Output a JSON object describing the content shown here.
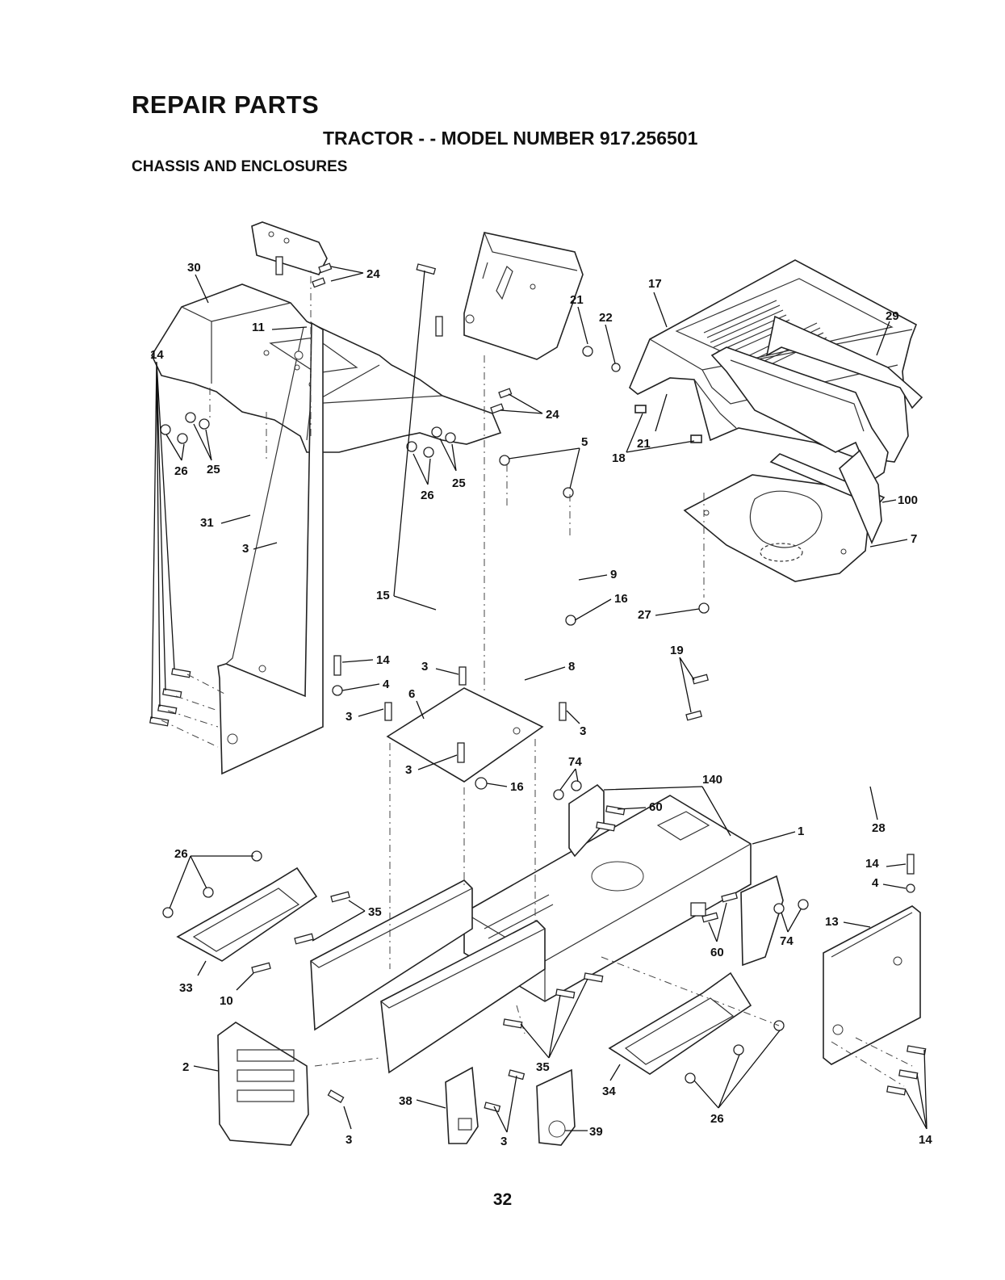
{
  "header": {
    "title": "REPAIR PARTS",
    "subtitle": "TRACTOR - - MODEL NUMBER 917.256501",
    "section": "CHASSIS AND ENCLOSURES"
  },
  "page_number": "32",
  "callouts": [
    {
      "id": "c1",
      "text": "30"
    },
    {
      "id": "c2",
      "text": "24"
    },
    {
      "id": "c3",
      "text": "24"
    },
    {
      "id": "c4",
      "text": "17"
    },
    {
      "id": "c5",
      "text": "21"
    },
    {
      "id": "c6",
      "text": "22"
    },
    {
      "id": "c7",
      "text": "21"
    },
    {
      "id": "c8",
      "text": "18"
    },
    {
      "id": "c9",
      "text": "26"
    },
    {
      "id": "c10",
      "text": "25"
    },
    {
      "id": "c11",
      "text": "26"
    },
    {
      "id": "c12",
      "text": "25"
    },
    {
      "id": "c13",
      "text": "5"
    },
    {
      "id": "c14",
      "text": "100"
    },
    {
      "id": "c15",
      "text": "7"
    },
    {
      "id": "c16",
      "text": "31"
    },
    {
      "id": "c17",
      "text": "3"
    },
    {
      "id": "c18",
      "text": "15"
    },
    {
      "id": "c19",
      "text": "9"
    },
    {
      "id": "c20",
      "text": "27"
    },
    {
      "id": "c21",
      "text": "29"
    },
    {
      "id": "c22",
      "text": "16"
    },
    {
      "id": "c23",
      "text": "19"
    },
    {
      "id": "c24",
      "text": "14"
    },
    {
      "id": "c25",
      "text": "11"
    },
    {
      "id": "c26",
      "text": "14"
    },
    {
      "id": "c27",
      "text": "4"
    },
    {
      "id": "c28",
      "text": "3"
    },
    {
      "id": "c29",
      "text": "8"
    },
    {
      "id": "c30",
      "text": "6"
    },
    {
      "id": "c31",
      "text": "3"
    },
    {
      "id": "c32",
      "text": "3"
    },
    {
      "id": "c33",
      "text": "3"
    },
    {
      "id": "c34",
      "text": "16"
    },
    {
      "id": "c35",
      "text": "74"
    },
    {
      "id": "c36",
      "text": "140"
    },
    {
      "id": "c37",
      "text": "60"
    },
    {
      "id": "c38",
      "text": "1"
    },
    {
      "id": "c39",
      "text": "28"
    },
    {
      "id": "c40",
      "text": "26"
    },
    {
      "id": "c41",
      "text": "14"
    },
    {
      "id": "c42",
      "text": "4"
    },
    {
      "id": "c43",
      "text": "35"
    },
    {
      "id": "c44",
      "text": "13"
    },
    {
      "id": "c45",
      "text": "60"
    },
    {
      "id": "c46",
      "text": "74"
    },
    {
      "id": "c47",
      "text": "33"
    },
    {
      "id": "c48",
      "text": "10"
    },
    {
      "id": "c49",
      "text": "2"
    },
    {
      "id": "c50",
      "text": "35"
    },
    {
      "id": "c51",
      "text": "38"
    },
    {
      "id": "c52",
      "text": "34"
    },
    {
      "id": "c53",
      "text": "3"
    },
    {
      "id": "c54",
      "text": "3"
    },
    {
      "id": "c55",
      "text": "39"
    },
    {
      "id": "c56",
      "text": "26"
    },
    {
      "id": "c57",
      "text": "14"
    }
  ]
}
